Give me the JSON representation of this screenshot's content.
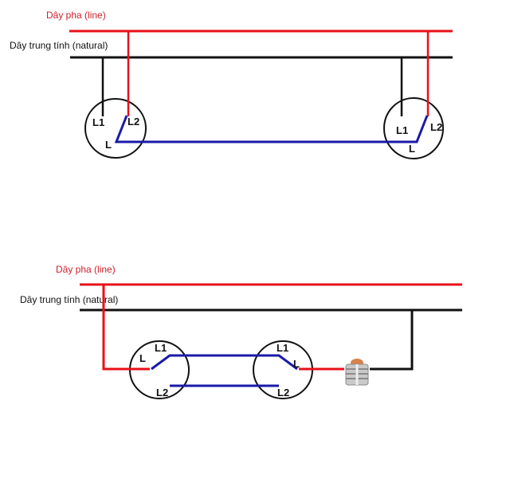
{
  "colors": {
    "line": "#e8101a",
    "neutral": "#111111",
    "traveler": "#1a1aa8",
    "label_line": "#d0202a"
  },
  "top_diagram": {
    "line_label": "Dây pha (line)",
    "neutral_label": "Dây trung tính (natural)",
    "left_switch": {
      "l1": "L1",
      "l2": "L2",
      "l": "L"
    },
    "right_switch": {
      "l1": "L1",
      "l2": "L2",
      "l": "L"
    }
  },
  "bottom_diagram": {
    "line_label": "Dây pha (line)",
    "neutral_label": "Dây trung tính (natural)",
    "left_switch": {
      "l1": "L1",
      "l2": "L2",
      "l": "L"
    },
    "right_switch": {
      "l1": "L1",
      "l2": "L2",
      "l": "L"
    },
    "lamp_icon": "lamp-socket-icon"
  }
}
